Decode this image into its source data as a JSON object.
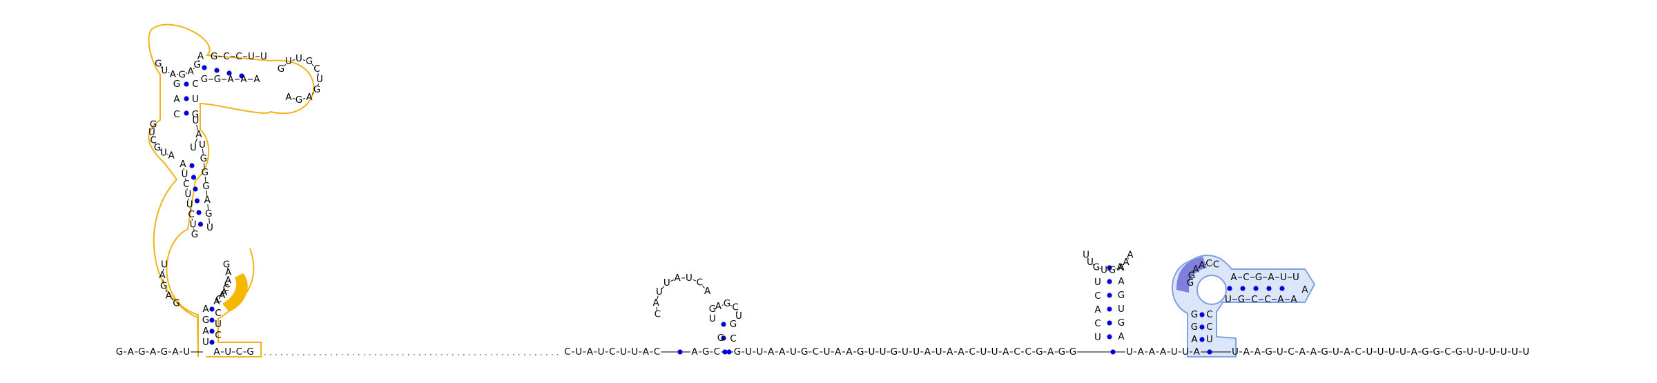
{
  "diagram": {
    "bottom_strand": {
      "left_run": "GAGAGAU",
      "left_tail": "AUCG",
      "gap_dots": 44,
      "mid_run": "CUAUCUUAC",
      "mid_run2": "AGC",
      "right_run": "GUUAAUGCUAAGUUGUUAUAACUUACCGAGG",
      "right_run2": "UAAAUUA",
      "end_run": "UAAGUCAAGUACUUUUAGGCGUUUUUU"
    },
    "motif1": {
      "left_column": "AGAUCUUACUGUCAGGAUAGU",
      "right_column": "CUCCAUGGUUUAUGUCGAG",
      "top_loop": "AGAGA",
      "arm_top": "GCCUU",
      "arm_bottom": "GGAAA",
      "arm_loop": "GUUGCUGAGA",
      "int_left": "UAGAG",
      "int_right": "GAACA",
      "highlight": "CAC",
      "highlight_color": "#f5b800",
      "outline_color": "#f0b418"
    },
    "motif2": {
      "loop": "CAUUAUCA",
      "left_stem": "C",
      "inner_stem": "GU",
      "right_stem": "GC",
      "small_loop": "AGCU"
    },
    "motif3": {
      "left_stem": "UCACU",
      "right_stem": "AAGUGA",
      "loop": "UUGUGAAA"
    },
    "motif4": {
      "left_stem": "AGG",
      "right_stem": "UCC",
      "loop": "AACC",
      "arm_top": "ACGAUU",
      "arm_bottom": "UGCCAA",
      "arm_tip": "A",
      "highlight": "GG",
      "highlight_color": "#7f7fdd",
      "outline_color": "#7f9fe0",
      "fill_color": "#dbe6fb"
    },
    "pair_color": "#0000dd"
  }
}
